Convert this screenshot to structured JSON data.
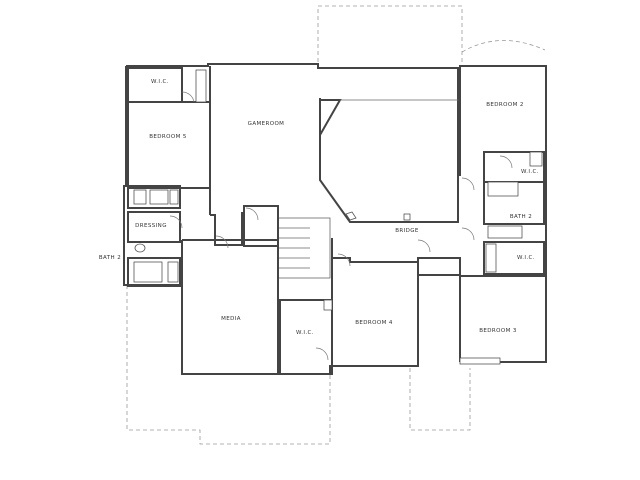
{
  "plan": {
    "rooms": {
      "wic_top_left": "W.I.C.",
      "bedroom_5": "BEDROOM 5",
      "gameroom": "GAMEROOM",
      "bedroom_2": "BEDROOM 2",
      "wic_right": "W.I.C.",
      "bath_2_right": "BATH 2",
      "wic_right_lower": "W.I.C.",
      "dressing": "DRESSING",
      "bath_2_left": "BATH 2",
      "bridge": "BRIDGE",
      "media": "MEDIA",
      "wic_center": "W.I.C.",
      "bedroom_4": "BEDROOM 4",
      "bedroom_3": "BEDROOM 3"
    }
  }
}
